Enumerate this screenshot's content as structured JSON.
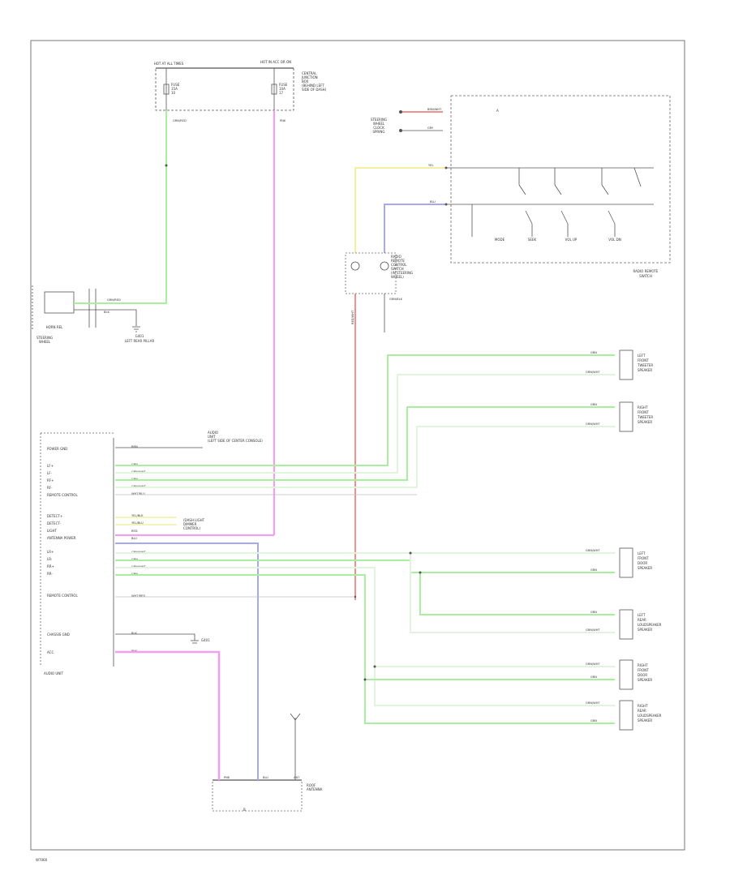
{
  "footer": {
    "code": "W7066"
  },
  "colors": {
    "green": "#a8f0a0",
    "green_white": "#e0f4de",
    "pink": "#f2a0ee",
    "red": "#f09090",
    "yellow": "#f2f0a0",
    "blue": "#a8a8f0",
    "frame": "#777777"
  },
  "top_box": {
    "left_label": "HOT AT ALL TIMES",
    "right_label": "HOT IN ACC OR ON",
    "fuse_left": [
      "FUSE",
      "15A",
      "10"
    ],
    "fuse_right": [
      "FUSE",
      "10A",
      "17"
    ],
    "side_label": [
      "CENTRAL",
      "JUNCTION",
      "BOX",
      "(BEHIND LEFT",
      "SIDE OF DASH)"
    ],
    "wire_left": "GRN/RED",
    "wire_right": "PNK"
  },
  "switch_block": {
    "marker": "A",
    "pin_labels": [
      "YEL",
      "BLU"
    ],
    "side_pins": [
      "BRN/WHT",
      "GRY"
    ],
    "side_caption": [
      "STEERING",
      "WHEEL",
      "CLOCK",
      "SPRING"
    ],
    "switch_labels": [
      "MODE",
      "SEEK",
      "VOL UP",
      "VOL DN"
    ],
    "caption": [
      "RADIO REMOTE",
      "SWITCH"
    ]
  },
  "clock_spring": {
    "label": [
      "RADIO",
      "REMOTE",
      "CONTROL",
      "SWITCH",
      "(IN STEERING",
      "WHEEL)"
    ],
    "ground": "GRN/BLK",
    "wire": "RED/WHT"
  },
  "horn": {
    "label": "HORN REL",
    "connector_label": [
      "STEERING",
      "WHEEL"
    ],
    "wire_a": "GRN/RED",
    "wire_b": "BLK",
    "ground_label": [
      "G401",
      "LEFT REAR PILLAR"
    ]
  },
  "audio_unit": {
    "caption": "AUDIO UNIT",
    "connector_caption": [
      "AUDIO",
      "UNIT",
      "(LEFT SIDE OF CENTER CONSOLE)"
    ],
    "side_labels": [
      "POWER GND",
      "",
      "LF+",
      "LF-",
      "RF+",
      "RF-",
      "REMOTE CONTROL",
      "",
      "DETECT+",
      "DETECT-",
      "LIGHT",
      "ANTENNA POWER",
      "LR+",
      "LR-",
      "RR+",
      "RR-",
      "",
      "REMOTE CONTROL",
      "",
      "",
      "CHASSIS GND",
      "",
      "ACC"
    ],
    "wire_rows": [
      "BRN",
      "",
      "GRN",
      "GRN/WHT",
      "GRN",
      "GRN/WHT",
      "WHT/BLU",
      "",
      "YEL/BLK",
      "YEL/BLU",
      "RED",
      "BLU",
      "GRN/WHT",
      "GRN",
      "GRN/WHT",
      "GRN",
      "",
      "WHT/RED",
      "",
      "",
      "BLK",
      "",
      "PNK"
    ],
    "subnotes": [
      "(DASH LIGHT",
      "DIMMER",
      "CONTROL)"
    ]
  },
  "speakers": [
    {
      "name": [
        "LEFT",
        "FRONT",
        "TWEETER",
        "SPEAKER"
      ],
      "wires": [
        "GRN",
        "GRN/WHT"
      ]
    },
    {
      "name": [
        "RIGHT",
        "FRONT",
        "TWEETER",
        "SPEAKER"
      ],
      "wires": [
        "GRN",
        "GRN/WHT"
      ]
    },
    {
      "name": [
        "LEFT",
        "FRONT",
        "DOOR",
        "SPEAKER"
      ],
      "wires": [
        "GRN/WHT",
        "GRN"
      ]
    },
    {
      "name": [
        "LEFT",
        "REAR",
        "LOUDSPEAKER",
        "SPEAKER"
      ],
      "wires": [
        "GRN",
        "GRN/WHT"
      ]
    },
    {
      "name": [
        "RIGHT",
        "FRONT",
        "DOOR",
        "SPEAKER"
      ],
      "wires": [
        "GRN/WHT",
        "GRN"
      ]
    },
    {
      "name": [
        "RIGHT",
        "REAR",
        "LOUDSPEAKER",
        "SPEAKER"
      ],
      "wires": [
        "GRN/WHT",
        "GRN"
      ]
    }
  ],
  "ground": {
    "label": "G401"
  },
  "antenna": {
    "marker": "B",
    "label": [
      "ROOF",
      "ANTENNA"
    ],
    "wires": [
      "PNK",
      "BLU",
      "ANT"
    ]
  }
}
